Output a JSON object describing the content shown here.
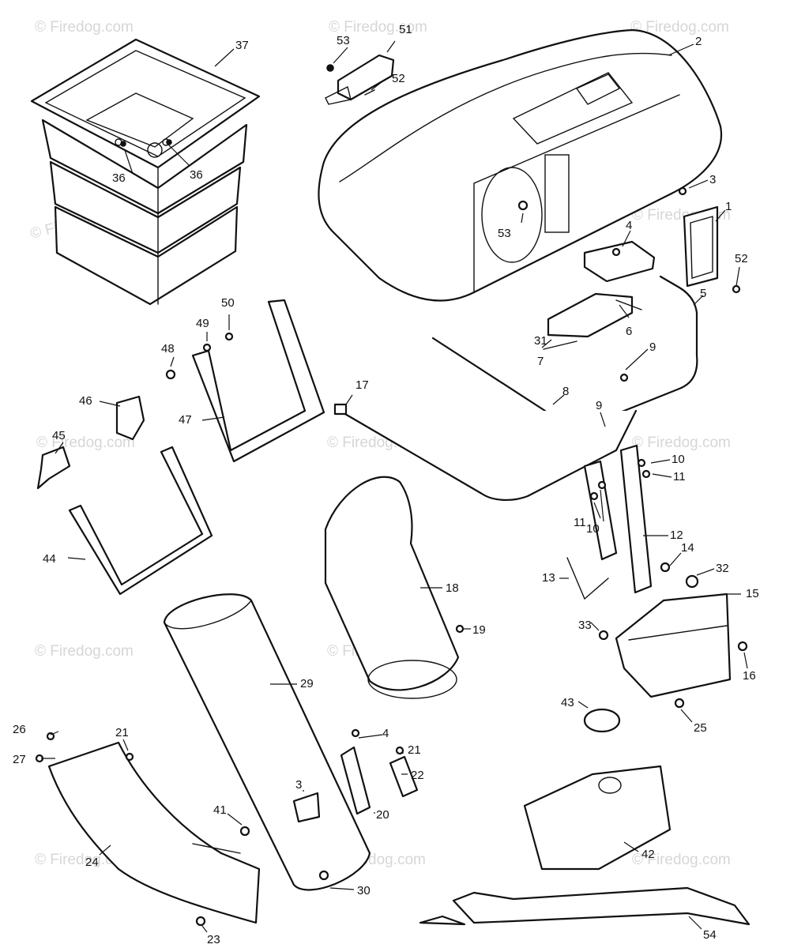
{
  "watermark": "© Firedog.com",
  "callouts": {
    "c1": "1",
    "c2": "2",
    "c3": "3",
    "c4": "4",
    "c5": "5",
    "c6": "6",
    "c7": "7",
    "c8": "8",
    "c9": "9",
    "c10": "10",
    "c11": "11",
    "c12": "12",
    "c13": "13",
    "c14": "14",
    "c15": "15",
    "c16": "16",
    "c17": "17",
    "c18": "18",
    "c19": "19",
    "c20": "20",
    "c21": "21",
    "c22": "22",
    "c23": "23",
    "c24": "24",
    "c25": "25",
    "c26": "26",
    "c27": "27",
    "c29": "29",
    "c30": "30",
    "c31": "31",
    "c32": "32",
    "c33": "33",
    "c36": "36",
    "c37": "37",
    "c41": "41",
    "c42": "42",
    "c43": "43",
    "c44": "44",
    "c45": "45",
    "c46": "46",
    "c47": "47",
    "c48": "48",
    "c49": "49",
    "c50": "50",
    "c51": "51",
    "c52": "52",
    "c53": "53",
    "c54": "54"
  }
}
